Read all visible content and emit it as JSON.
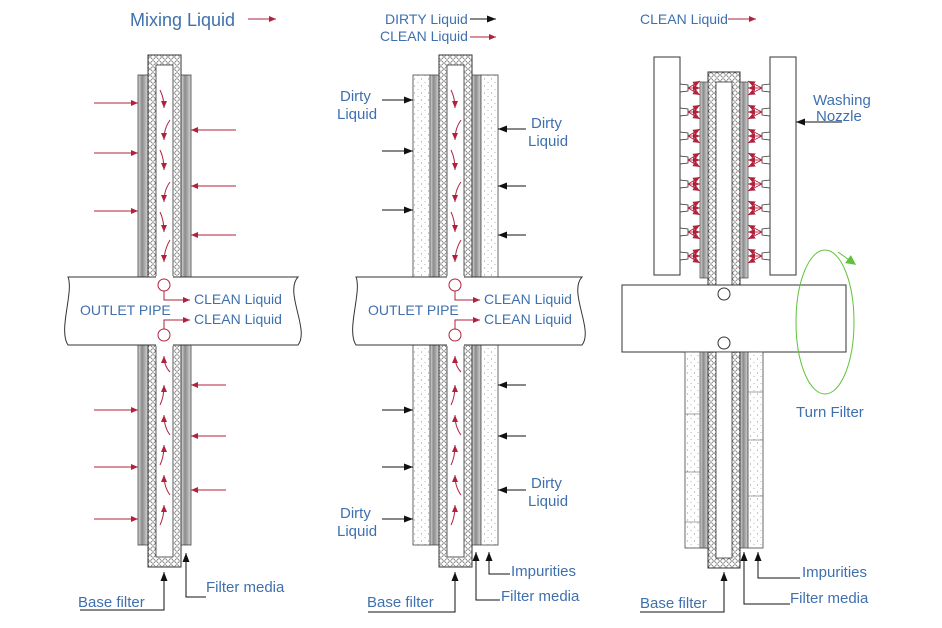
{
  "colors": {
    "label": "#3f70ad",
    "flow_arrow": "#b0223c",
    "leader": "#111111",
    "rotation": "#5fc23a",
    "outline": "#333333",
    "grey": "#9c9c9c"
  },
  "panel1": {
    "legend": "Mixing Liquid",
    "outlet_pipe": "OUTLET PIPE",
    "clean_top": "CLEAN Liquid",
    "clean_bottom": "CLEAN Liquid",
    "base_filter": "Base filter",
    "filter_media": "Filter media"
  },
  "panel2": {
    "legend_dirty": "DIRTY Liquid",
    "legend_clean": "CLEAN Liquid",
    "dirty_upper_left": [
      "Dirty",
      "Liquid"
    ],
    "dirty_upper_right": [
      "Dirty",
      "Liquid"
    ],
    "dirty_lower_left": [
      "Dirty",
      "Liquid"
    ],
    "dirty_lower_right": [
      "Dirty",
      "Liquid"
    ],
    "outlet_pipe": "OUTLET PIPE",
    "clean_top": "CLEAN Liquid",
    "clean_bottom": "CLEAN Liquid",
    "base_filter": "Base filter",
    "impurities": "Impurities",
    "filter_media": "Filter media"
  },
  "panel3": {
    "legend_clean": "CLEAN Liquid",
    "washing_nozzle": [
      "Washing",
      "Nozzle"
    ],
    "turn_filter": "Turn Filter",
    "base_filter": "Base filter",
    "impurities": "Impurities",
    "filter_media": "Filter media"
  }
}
